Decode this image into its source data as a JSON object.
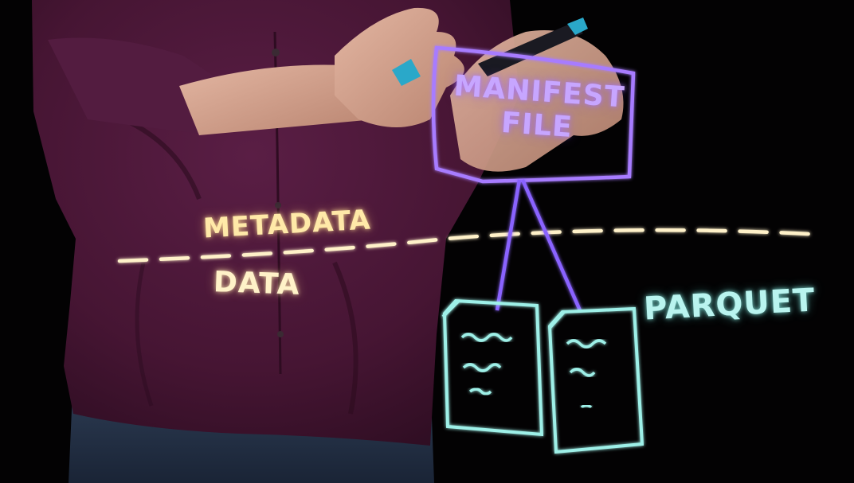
{
  "scene": {
    "description_icon": "lightboard-presenter",
    "labels": {
      "metadata": "METADATA",
      "data": "DATA",
      "manifest_line1": "MANIFEST",
      "manifest_line2": "FILE",
      "parquet": "PARQUET"
    },
    "colors": {
      "background": "#030203",
      "shirt": "#4a1838",
      "skin": "#d8a894",
      "jeans": "#27344a",
      "metadata_ink": "#ffe9a8",
      "manifest_ink": "#a77cff",
      "parquet_ink": "#9ef0e8"
    }
  }
}
